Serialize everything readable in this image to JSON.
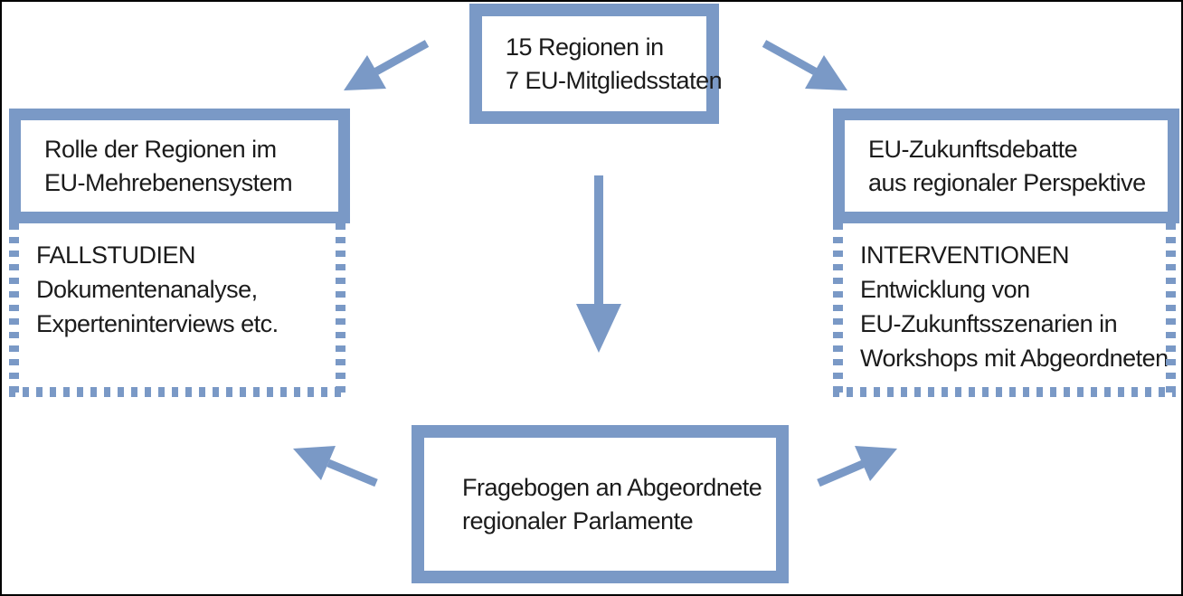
{
  "colors": {
    "accent": "#7a99c6",
    "text": "#1b1b1b",
    "canvas_background": "#ffffff",
    "frame": "#000000"
  },
  "diagram": {
    "top_box": {
      "lines": [
        "15 Regionen in",
        "7 EU-Mitgliedsstaten"
      ]
    },
    "left_box": {
      "lines": [
        "Rolle der Regionen im",
        "EU-Mehrebenensystem"
      ]
    },
    "left_dashed_box": {
      "lines": [
        "FALLSTUDIEN",
        "Dokumentenanalyse,",
        "Experteninterviews etc."
      ]
    },
    "right_box": {
      "lines": [
        "EU-Zukunftsdebatte",
        "aus regionaler Perspektive"
      ]
    },
    "right_dashed_box": {
      "lines": [
        "INTERVENTIONEN",
        "Entwicklung von",
        "EU-Zukunftsszenarien in",
        "Workshops mit Abgeordneten"
      ]
    },
    "bottom_box": {
      "lines": [
        "Fragebogen an Abgeordnete",
        "regionaler Parlamente"
      ]
    },
    "arrows": [
      {
        "name": "arrow-top-to-left",
        "direction": "down-left"
      },
      {
        "name": "arrow-top-to-right",
        "direction": "down-right"
      },
      {
        "name": "arrow-center-down",
        "direction": "down"
      },
      {
        "name": "arrow-bottom-to-left",
        "direction": "up-left"
      },
      {
        "name": "arrow-bottom-to-right",
        "direction": "up-right"
      }
    ]
  }
}
